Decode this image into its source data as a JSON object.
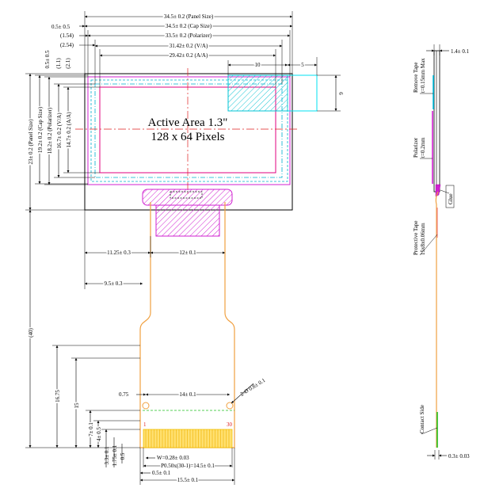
{
  "colors": {
    "panel": "#000000",
    "active_area": "#e0007f",
    "polarizer": "#d020d0",
    "dashed": "#00b0d0",
    "cyan": "#00e0f0",
    "fpc": "#f0a040",
    "centerline": "#e02020",
    "green": "#20c020",
    "contacts": "#f0c000"
  },
  "front": {
    "active_area_title": "Active Area 1.3\"",
    "pixels_label": "128 x 64 Pixels",
    "dims": {
      "panel_width": "34.5± 0.2 (Panel Size)",
      "cap_width": "34.5± 0.2 (Cap Size)",
      "polarizer_width": "33.5± 0.2 (Polarizer)",
      "va_width": "31.42± 0.2 (V/A)",
      "aa_width": "29.42± 0.2 (A/A)",
      "left_offset_1": "0.5± 0.5",
      "left_offset_2": "(1.54)",
      "left_offset_3": "(2.54)",
      "top_offset_1": "0.5± 0.5",
      "top_offset_2": "(1.1)",
      "top_offset_3": "(2.1)",
      "cutout_width": "10",
      "cutout_offset": "5",
      "cutout_height": "6",
      "aa_height": "14.7± 0.2 (A/A)",
      "va_height": "16.7± 0.2 (V/A)",
      "polarizer_height": "18.2± 0.2 (Polarizer)",
      "cap_height": "19.2± 0.2 (Cap Size)",
      "panel_height": "23± 0.2 (Panel Size)",
      "fpc_offset": "11.25± 0.3",
      "fpc_neck_width": "12± 0.1",
      "fpc_edge_offset": "9.5± 0.3",
      "overall_length": "(40)",
      "fpc_length": "16.75",
      "fpc_lower_length": "15",
      "pin_height": "7± 0.1",
      "stiffener_height": "4± 0.5",
      "contact_length": "3.3± 0.1",
      "contact_end_1": "1.75± 0.1",
      "contact_end_2": "0.5",
      "hole_offset": "0.75",
      "stiffener_width": "14± 0.1",
      "hole_size": "2-Ø 0.8± 0.1",
      "pin_width": "W=0.28± 0.03",
      "pitch": "P0.50x(30-1)=14.5± 0.1",
      "edge_margin": "0.5± 0.1",
      "fpc_width": "15.5± 0.1",
      "pin_first": "1",
      "pin_last": "30"
    }
  },
  "side": {
    "total_thickness": "1.4± 0.1",
    "remove_tape_1": "Remove Tape",
    "remove_tape_2": "t=0.15mm Max",
    "polarizer_1": "Polarizer",
    "polarizer_2": "t=0.2mm",
    "glue": "Glue",
    "protective_tape_1": "Protective Tape",
    "protective_tape_2": "15x8x0.06mm",
    "contact_side": "Contact Side",
    "fpc_thickness": "0.3± 0.03"
  }
}
